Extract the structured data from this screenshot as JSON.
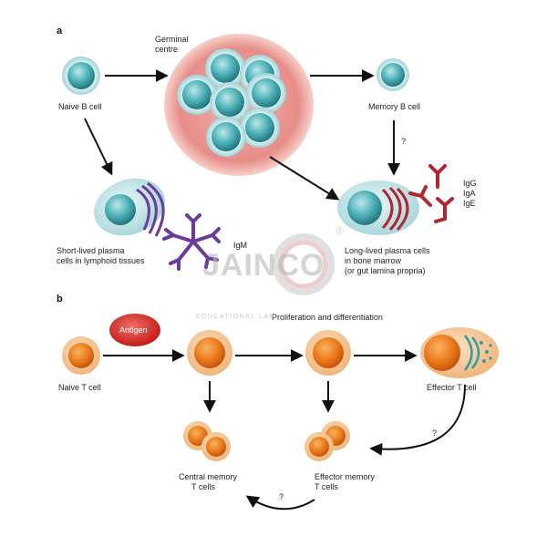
{
  "panel_a": {
    "letter": "a",
    "naive_b": "Naive B cell",
    "germinal": [
      "Germinal",
      "centre"
    ],
    "memory_b": "Memory B cell",
    "question": "?",
    "short_lived": [
      "Short-lived plasma",
      "cells in lymphoid tissues"
    ],
    "igm": "IgM",
    "long_lived": [
      "Long-lived plasma cells",
      "in bone marrow",
      "(or gut lamina propria)"
    ],
    "antibodies": [
      "IgG",
      "IgA",
      "IgE"
    ]
  },
  "panel_b": {
    "letter": "b",
    "antigen": "Antigen",
    "proliferation": "Proliferation and differentiation",
    "naive_t": "Naive T cell",
    "effector_t": "Effector T cell",
    "central_memory": [
      "Central memory",
      "T cells"
    ],
    "effector_memory": [
      "Effector memory",
      "T cells"
    ],
    "question_right": "?",
    "question_bottom": "?"
  },
  "watermark": {
    "brand": "JAINCO",
    "sub": "EDUCATIONAL LAB",
    "registered": "®"
  },
  "colors": {
    "b_cell": "#4fb3b9",
    "b_cell_nucleus": "#2f8f98",
    "germinal": "#e58a8a",
    "t_cell_outer": "#f6c48e",
    "t_cell_nucleus": "#ec7a1c",
    "antigen": "#d8261d",
    "purple": "#6a3d9a",
    "red_ab": "#b0272f"
  }
}
